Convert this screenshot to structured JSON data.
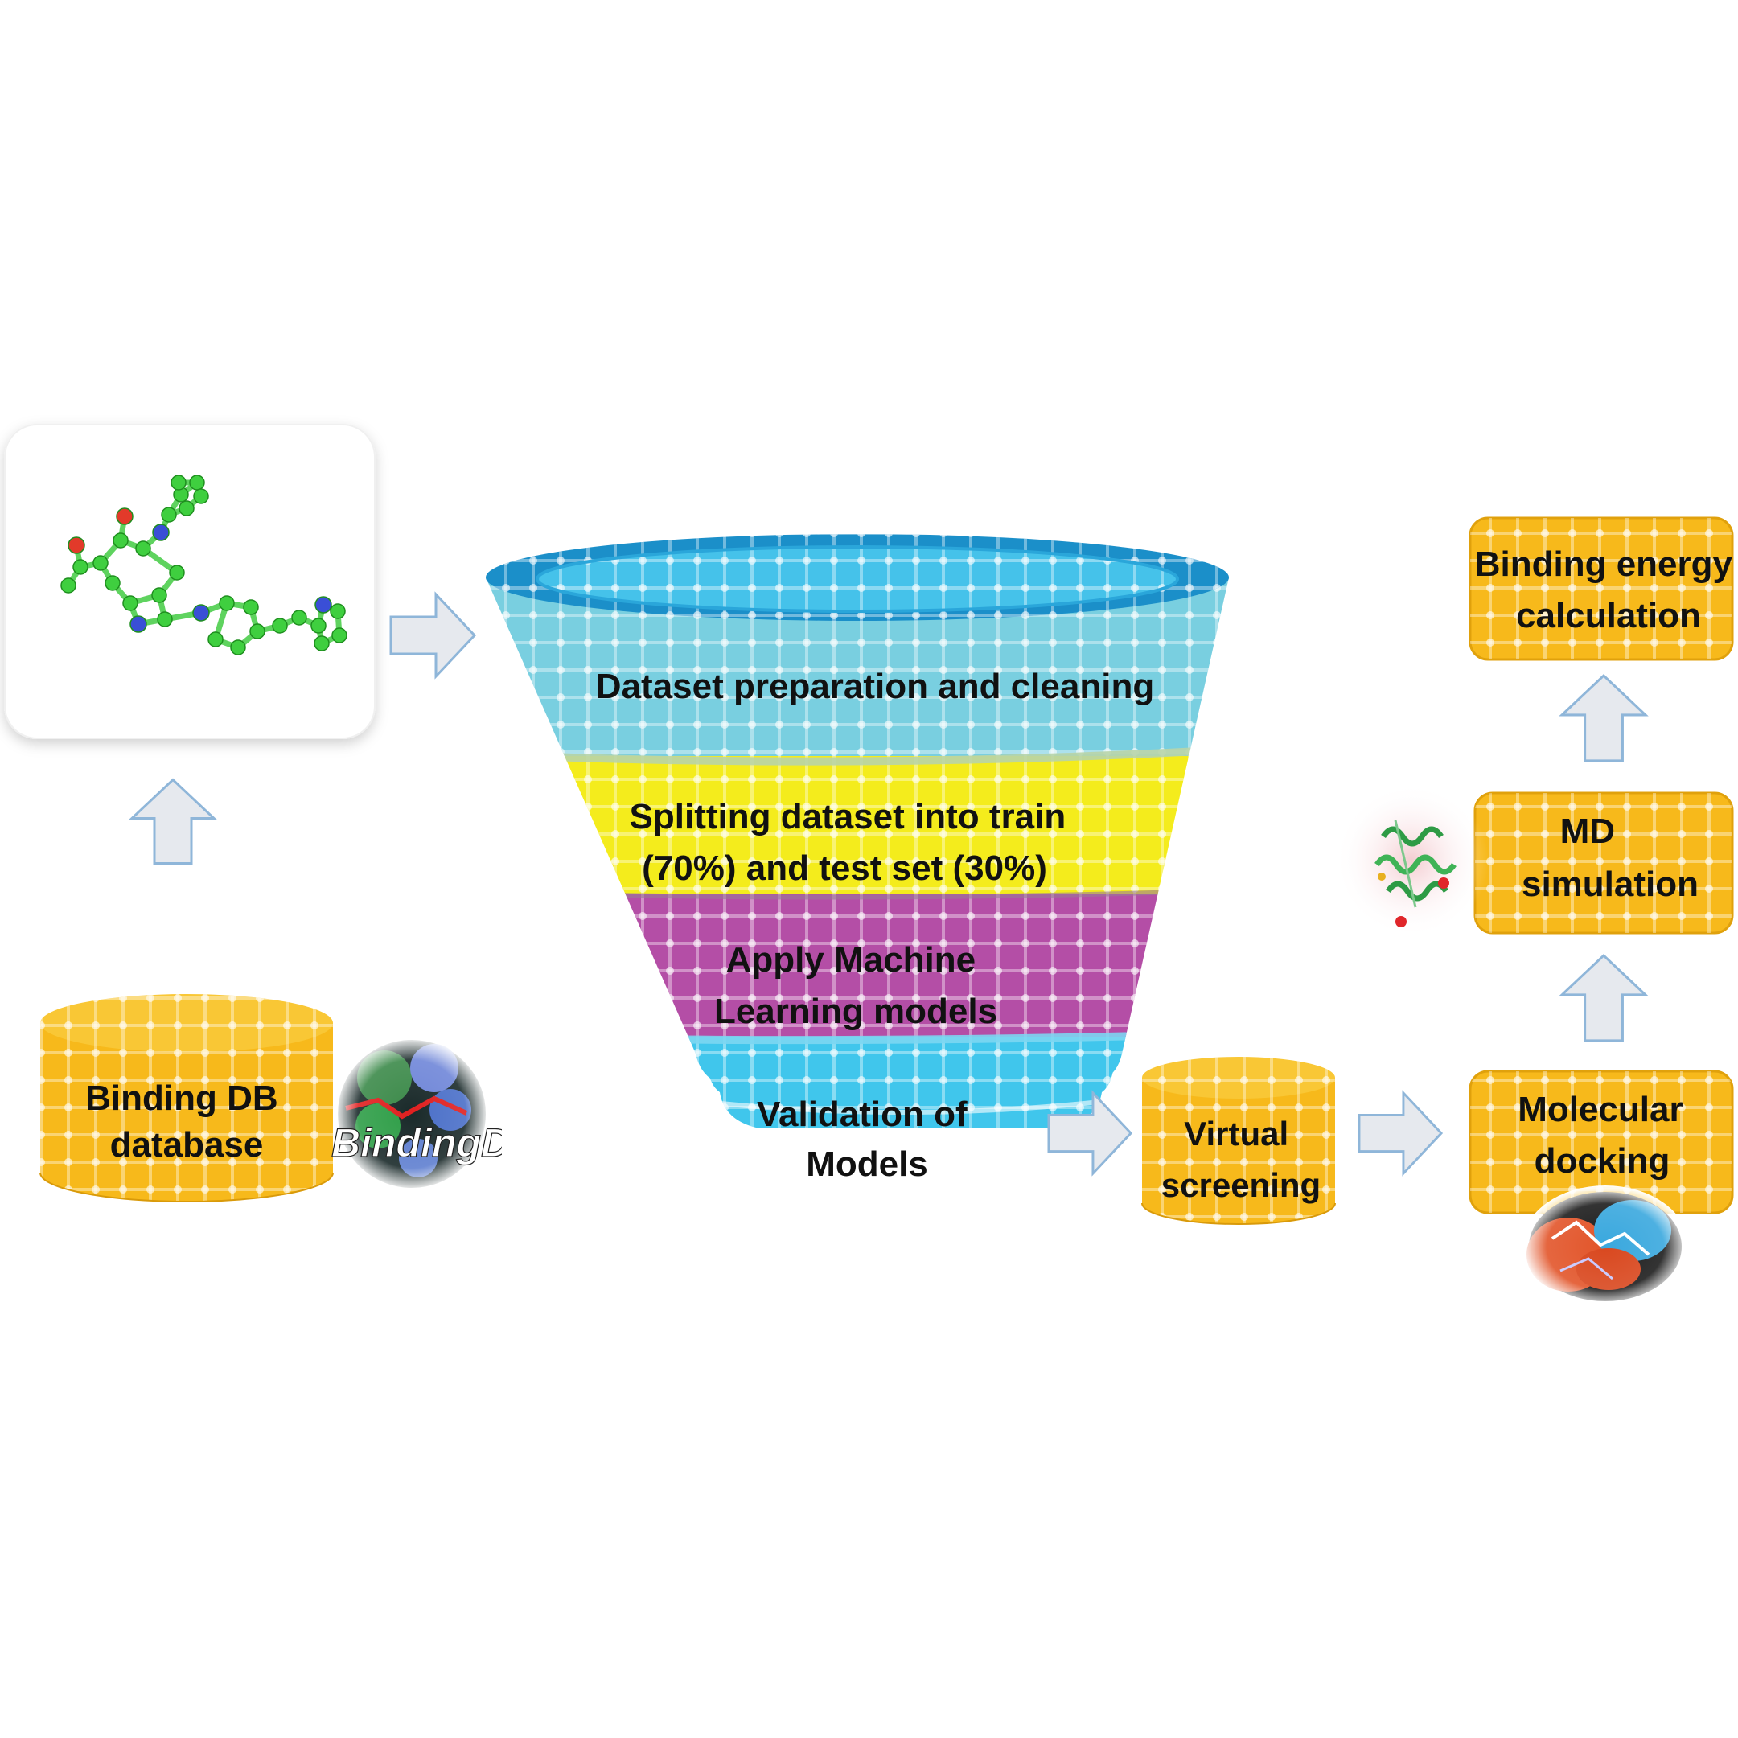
{
  "colors": {
    "funnel_cyan": "#40c6ec",
    "funnel_teal": "#79cfe0",
    "funnel_yellow": "#f4ec1c",
    "funnel_magenta": "#b44ea6",
    "box_orange": "#f7b91b",
    "arrow_fill": "#e6e9ee",
    "arrow_stroke": "#8fb6d9",
    "molecule_carbon": "#3fcf3f",
    "molecule_oxygen": "#e23a2a",
    "molecule_nitrogen": "#3a4fd6"
  },
  "source": {
    "database": {
      "line1": "Binding DB",
      "line2": "database"
    },
    "logo_text": "BindingDB"
  },
  "funnel": {
    "stages": [
      {
        "id": "stage1",
        "lines": [
          "Dataset preparation and cleaning"
        ]
      },
      {
        "id": "stage2",
        "lines": [
          "Splitting dataset into train",
          "(70%)  and test set (30%)"
        ]
      },
      {
        "id": "stage3",
        "lines": [
          "Apply Machine",
          "Learning models"
        ]
      },
      {
        "id": "stage4",
        "lines": [
          "Validation of",
          "Models"
        ]
      }
    ]
  },
  "pipeline": {
    "virtual_screening": {
      "line1": "Virtual",
      "line2": "screening"
    },
    "molecular_docking": {
      "line1": "Molecular",
      "line2": "docking"
    },
    "md_simulation": {
      "line1": "MD",
      "line2": "simulation"
    },
    "binding_energy": {
      "line1": "Binding energy",
      "line2": "calculation"
    }
  },
  "icons": {
    "molecule": "molecule-structure-icon",
    "protein": "protein-structure-icon",
    "docking_complex": "docking-complex-icon",
    "arrow": "block-arrow-icon"
  }
}
